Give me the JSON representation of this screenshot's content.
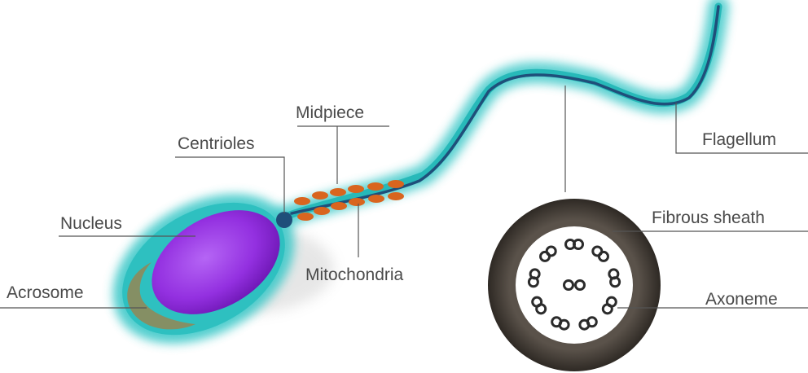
{
  "labels": {
    "midpiece": "Midpiece",
    "centrioles": "Centrioles",
    "nucleus": "Nucleus",
    "acrosome": "Acrosome",
    "mitochondria": "Mitochondria",
    "flagellum": "Flagellum",
    "fibrous_sheath": "Fibrous sheath",
    "axoneme": "Axoneme"
  },
  "colors": {
    "cell_glow": "#3fc9c9",
    "nucleus": "#8a2be2",
    "acrosome": "#8f8a5a",
    "centriole": "#1f4f7a",
    "mitochondria": "#d9651f",
    "axial_filament": "#1f4f7a",
    "fibrous_sheath": "#3a3530",
    "doublets": "#2b2b2b"
  },
  "microtubule_doublets": {
    "outer_pairs": 9,
    "central_pair": 1
  }
}
